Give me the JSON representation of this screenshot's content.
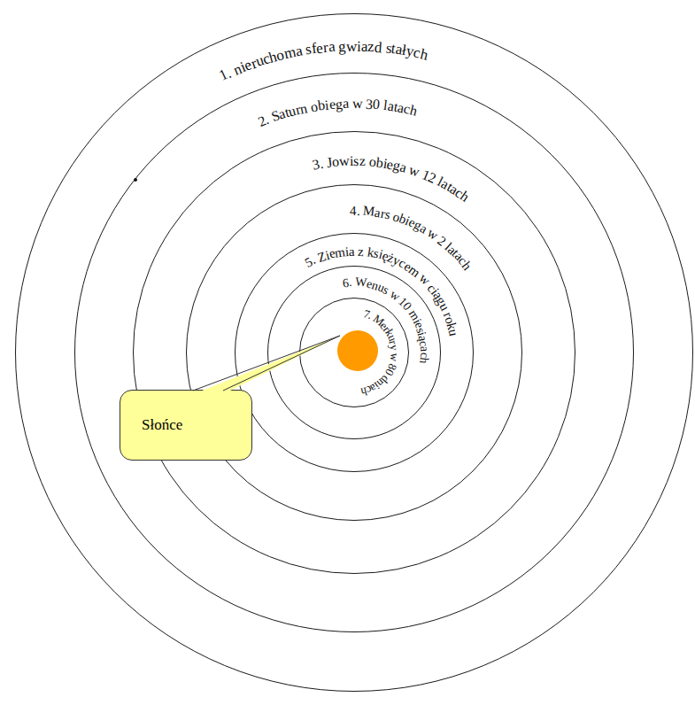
{
  "diagram": {
    "nodes": [
      {
        "text": [
          "1. nieruchoma sfera gwiazd stałych"
        ]
      },
      {
        "text": [
          "2. Saturn obiega w 30 latach"
        ],
        "in": 0
      },
      {
        "text": [
          "3. Jowisz obiega w 12 latach"
        ],
        "in": 1
      },
      {
        "text": [
          "4. Mars obiega w 2 latach"
        ],
        "in": 2
      },
      {
        "text": [
          "5. Ziemia z księżycem w ciągu roku"
        ],
        "in": 3
      },
      {
        "text": [
          "6. Wenus w 10 miesiącach"
        ],
        "in": 4
      },
      {
        "text": [
          "7. Merkury w 80 dniach"
        ],
        "in": 5
      },
      {
        "text": [
          "Słońce"
        ]
      }
    ]
  }
}
